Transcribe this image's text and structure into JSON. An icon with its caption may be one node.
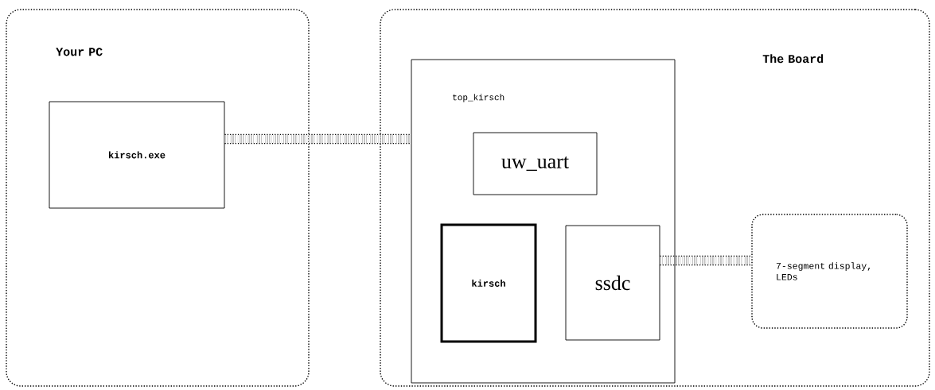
{
  "diagram": {
    "nodes": [
      {
        "text": [
          "Your PC"
        ]
      },
      {
        "text": [
          "kirsch.exe"
        ],
        "in": 0
      },
      {
        "text": [
          "The Board"
        ]
      },
      {
        "text": [
          "top_kirsch"
        ],
        "in": 2
      },
      {
        "text": [
          "uw_uart"
        ],
        "in": 3
      },
      {
        "text": [
          "kirsch"
        ],
        "in": 3
      },
      {
        "text": [
          "ssdc"
        ],
        "in": 3
      },
      {
        "text": [
          "7-segment display, LEDs"
        ],
        "in": 2
      }
    ],
    "edges": [
      {
        "from": 1,
        "to": 3,
        "arrow": "none",
        "style": "dashed"
      },
      {
        "from": 6,
        "to": 7,
        "arrow": "none",
        "style": "dashed"
      }
    ]
  }
}
